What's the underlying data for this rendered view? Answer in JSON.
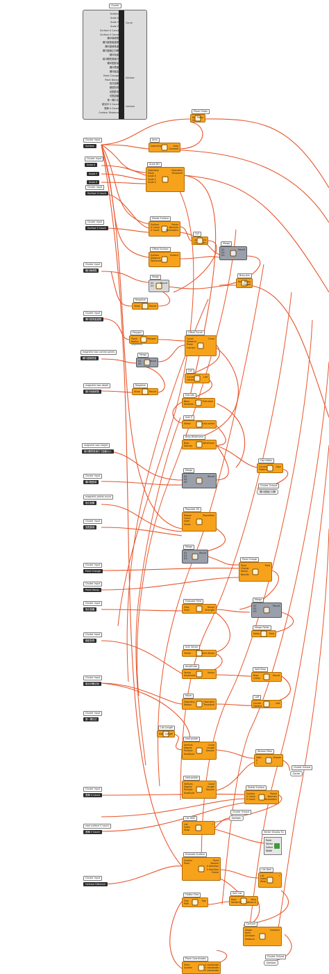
{
  "cluster": {
    "label": "Cluster",
    "inputs": [
      "Surface",
      "Scale X",
      "Scale Y",
      "Scale Z",
      "Surface U Count",
      "Surface V Count",
      "繩印線導覽",
      "繩印邊角度建照",
      "繩印邊線長度",
      "繩印邊線正向網",
      "鋼印深度",
      "磁印體對角線尺",
      "繩印點數量",
      "繩印標度",
      "繩印最高",
      "Point Change",
      "Point Decay",
      "吸引距離",
      "鋼型對齊",
      "加點數量",
      "切點距離",
      "第一繩引法",
      "磁化印 V Count",
      "表陣 U Count",
      "Contour Distance"
    ],
    "outputs": [
      "Curve",
      "Surface",
      "Contour"
    ]
  },
  "nodes": {
    "plane_origin": {
      "title": "Plane Origin",
      "inputs": [
        "Base",
        "Origin"
      ],
      "outputs": [
        "Plane"
      ]
    },
    "area": {
      "title": "Area",
      "inputs": [
        "Geometry"
      ],
      "outputs": [
        "Area",
        "Centroid"
      ]
    },
    "scale_nu": {
      "title": "Scale NU",
      "inputs": [
        "Geometry",
        "Plane",
        "Scale X",
        "Scale Y",
        "Scale Z"
      ],
      "outputs": [
        "Geometry",
        "Transform"
      ]
    },
    "divide_surface": {
      "title": "Divide Surface",
      "inputs": [
        "Surface",
        "U Count",
        "V Count"
      ],
      "outputs": [
        "Points",
        "Normals",
        "Parameters"
      ]
    },
    "cull1": {
      "title": "Cull",
      "inputs": [
        "List",
        "Cull Pattern"
      ],
      "outputs": [
        "List"
      ]
    },
    "offset_surface": {
      "title": "Offset Surface",
      "inputs": [
        "Surface",
        "Distance",
        "Tolerance"
      ],
      "outputs": [
        "Surface"
      ]
    },
    "merge1": {
      "title": "Merge",
      "inputs": [
        "D1",
        "D2",
        "D3"
      ],
      "outputs": [
        "Result"
      ]
    },
    "merge2": {
      "title": "Merge",
      "inputs": [
        "D1",
        "D2"
      ],
      "outputs": [
        "Result"
      ]
    },
    "negative1": {
      "title": "Negative",
      "inputs": [
        "Value"
      ],
      "outputs": [
        "Result"
      ]
    },
    "brep_join": {
      "title": "Brep Join",
      "inputs": [
        "Breps"
      ],
      "outputs": [
        "Breps",
        "Closed"
      ]
    },
    "polygon": {
      "title": "Polygon",
      "inputs": [
        "Plane",
        "Radius",
        "Segments"
      ],
      "outputs": [
        "Polygon"
      ]
    },
    "offset_curve": {
      "title": "Offset Curve",
      "inputs": [
        "Curve",
        "Distance",
        "Plane",
        "Corners"
      ],
      "outputs": [
        "Curve"
      ]
    },
    "merge3": {
      "title": "Merge",
      "inputs": [
        "D1",
        "D2"
      ],
      "outputs": [
        "Result"
      ]
    },
    "negative2": {
      "title": "Negative",
      "inputs": [
        "Value"
      ],
      "outputs": [
        "Result"
      ]
    },
    "cull2": {
      "title": "Cull",
      "inputs": [
        "Curves",
        "Options"
      ],
      "outputs": [
        "Loft"
      ]
    },
    "extrude": {
      "title": "Extrude",
      "inputs": [
        "Base",
        "Direction"
      ],
      "outputs": [
        "Extrusion"
      ]
    },
    "unit_z": {
      "title": "Unit Z",
      "inputs": [
        "Factor"
      ],
      "outputs": [
        "Unit vector"
      ]
    },
    "brep_wireframe": {
      "title": "Brep Wireframe",
      "inputs": [
        "Brep",
        "Density"
      ],
      "outputs": [
        "Wireframe"
      ]
    },
    "merge4": {
      "title": "Merge",
      "inputs": [
        "D1",
        "D2",
        "D3"
      ],
      "outputs": [
        "Result"
      ]
    },
    "cluster_output1": {
      "title": "Cluster Output",
      "label": "繩印邊線正向網"
    },
    "cap_holes": {
      "title": "Cap Holes",
      "inputs": [
        "Curves",
        "Pattern"
      ],
      "outputs": [
        "Caps"
      ]
    },
    "populate_3d": {
      "title": "Populate 3D",
      "inputs": [
        "Region",
        "Count",
        "Seed",
        "Points"
      ],
      "outputs": [
        "Population"
      ]
    },
    "merge5": {
      "title": "Merge",
      "inputs": [
        "D1",
        "D2",
        "D3"
      ],
      "outputs": [
        "Result"
      ]
    },
    "point_charge": {
      "title": "Point Charge",
      "inputs": [
        "Point",
        "Charge",
        "Decay",
        "Bounds"
      ],
      "outputs": [
        "Field"
      ]
    },
    "evaluate_field": {
      "title": "Evaluate Field",
      "inputs": [
        "Field",
        "Point"
      ],
      "outputs": [
        "Tensor",
        "Strength"
      ]
    },
    "merge6": {
      "title": "Merge",
      "inputs": [
        "D1",
        "D2",
        "D3"
      ],
      "outputs": [
        "Result"
      ]
    },
    "merge_fields": {
      "title": "Merge Fields",
      "inputs": [
        "Fields"
      ],
      "outputs": [
        "Field"
      ]
    },
    "unit_vector": {
      "title": "Unit Vector",
      "inputs": [
        "Vector"
      ],
      "outputs": [
        "Unit Vector"
      ]
    },
    "amplitude": {
      "title": "Amplitude",
      "inputs": [
        "Vector",
        "Amplitude"
      ],
      "outputs": [
        "Vector"
      ]
    },
    "split_brep": {
      "title": "Split Brep",
      "inputs": [
        "Brep",
        "Cutter"
      ],
      "outputs": [
        "Result"
      ]
    },
    "loft": {
      "title": "Loft",
      "inputs": [
        "Curves",
        "Options"
      ],
      "outputs": [
        "Loft"
      ]
    },
    "move": {
      "title": "Move",
      "inputs": [
        "Geometry",
        "Motion"
      ],
      "outputs": [
        "Geometry",
        "Transform"
      ]
    },
    "list_length": {
      "title": "List Length",
      "inputs": [
        "Data"
      ],
      "outputs": [
        "Length"
      ]
    },
    "interpolate1": {
      "title": "Interpolate",
      "inputs": [
        "Vertices",
        "Degree",
        "Periodic",
        "KnotStyle"
      ],
      "outputs": [
        "Curve",
        "Length",
        "Domain"
      ]
    },
    "stream_filter": {
      "title": "Stream Filter",
      "inputs": [
        "Gate",
        "0",
        "1"
      ],
      "outputs": [
        "Stream"
      ]
    },
    "cluster_output2": {
      "title": "Cluster Output",
      "label": "Curve"
    },
    "interpolate2": {
      "title": "Interpolate",
      "inputs": [
        "Vertices",
        "Degree",
        "Periodic",
        "KnotStyle"
      ],
      "outputs": [
        "Curve",
        "Length",
        "Domain"
      ]
    },
    "divide_surface2": {
      "title": "Divide Surface",
      "inputs": [
        "Surface",
        "U Count",
        "V Count"
      ],
      "outputs": [
        "Points",
        "Normals",
        "Parameters"
      ]
    },
    "list_item": {
      "title": "List Item",
      "inputs": [
        "List",
        "Index",
        "Wrap"
      ],
      "outputs": [
        "i"
      ]
    },
    "cluster_output3": {
      "title": "Cluster Output",
      "label": "Surface"
    },
    "vector_display": {
      "title": "Vector Display Ex",
      "inputs": [
        "Point",
        "Vector",
        "Colour",
        "Width"
      ]
    },
    "evaluate_surface": {
      "title": "Evaluate Surface",
      "inputs": [
        "Surface",
        "Point"
      ],
      "outputs": [
        "Point",
        "Normal",
        "U direction",
        "V direction",
        "Frame"
      ]
    },
    "list_item2": {
      "title": "List Item",
      "inputs": [
        "List",
        "Index",
        "Wrap"
      ],
      "outputs": [
        "i"
      ]
    },
    "flatten": {
      "title": "Flatten Tree",
      "inputs": [
        "Tree",
        "Path"
      ],
      "outputs": [
        "Tree"
      ]
    },
    "sort_list": {
      "title": "Sort List",
      "inputs": [
        "Keys",
        "Values A"
      ],
      "outputs": [
        "Keys",
        "Values A"
      ]
    },
    "contour": {
      "title": "Contour",
      "inputs": [
        "Shape",
        "Point",
        "Direction",
        "Distance"
      ],
      "outputs": [
        "Contours"
      ]
    },
    "plane_coords": {
      "title": "Plane Coordinates",
      "inputs": [
        "Point",
        "System"
      ],
      "outputs": [
        "X coordinate",
        "Y coordinate",
        "Z coordinate"
      ]
    },
    "cluster_output4": {
      "title": "Cluster Output",
      "label": "Contour"
    }
  },
  "cluster_inputs": [
    {
      "title": "Cluster Input",
      "label": "Surface"
    },
    {
      "title": "Cluster Input",
      "label": "Scale X"
    },
    {
      "title": "",
      "label": "Scale Y"
    },
    {
      "title": "",
      "label": "Scale Z"
    },
    {
      "title": "Cluster Input",
      "label": "Surface U Count"
    },
    {
      "title": "Cluster Input",
      "label": "Surface V Count"
    },
    {
      "title": "Cluster Input",
      "label": "繩印線導覽"
    },
    {
      "title": "Cluster Input",
      "label": "繩印邊角度建照"
    },
    {
      "title": "magnetic box control points",
      "label": "繩印邊線長度"
    },
    {
      "title": "magnetic box depth",
      "label": "鋼印深度導覽"
    },
    {
      "title": "magnetic box height",
      "label": "磁印體對角線尺寸距離大小"
    },
    {
      "title": "Cluster Input",
      "label": "繩印點數量"
    },
    {
      "title": "magnetic points count",
      "label": "吸引距離"
    },
    {
      "title": "Cluster Input",
      "label": "加點數量"
    },
    {
      "title": "Cluster Input",
      "label": "Point Change"
    },
    {
      "title": "Cluster Input",
      "label": "Point Decay"
    },
    {
      "title": "Cluster Input",
      "label": "吸引距離"
    },
    {
      "title": "Cluster Input",
      "label": "鋼型對齊"
    },
    {
      "title": "Cluster Input",
      "label": "磁化印體法矩"
    },
    {
      "title": "Cluster Input",
      "label": "第一繩引法"
    },
    {
      "title": "Cluster Input",
      "label": "表陣 U Count"
    },
    {
      "title": "new surface V count",
      "label": "表陣 V Count"
    },
    {
      "title": "Cluster Input",
      "label": "Contour Distance"
    }
  ],
  "colors": {
    "component": "#f7a21b",
    "wire": "#e8542a",
    "disabled": "#9aa0ab"
  }
}
